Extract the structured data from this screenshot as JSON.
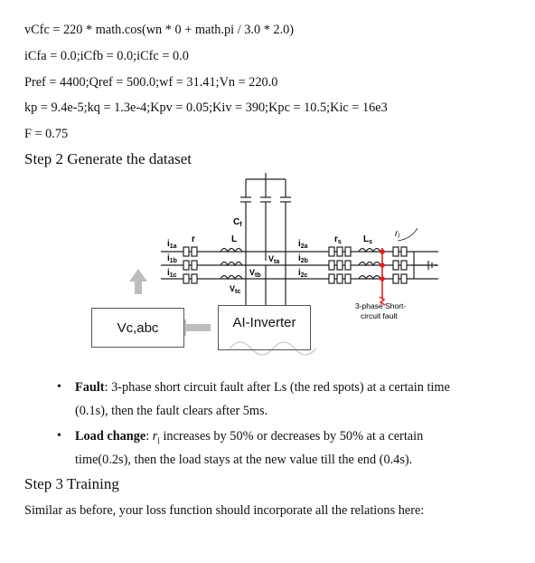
{
  "code_lines": [
    "vCfc = 220 * math.cos(wn * 0 + math.pi / 3.0 * 2.0)",
    "iCfa = 0.0;iCfb = 0.0;iCfc = 0.0",
    "Pref = 4400;Qref = 500.0;wf = 31.41;Vn = 220.0",
    "kp = 9.4e-5;kq = 1.3e-4;Kpv = 0.05;Kiv = 390;Kpc = 10.5;Kic = 16e3",
    "F = 0.75"
  ],
  "step2_heading": "Step 2 Generate the dataset",
  "diagram": {
    "cf_label": "C",
    "cf_sub": "f",
    "r_label": "r",
    "l_label": "L",
    "i1a": "i",
    "i1a_sub": "1a",
    "i1b": "i",
    "i1b_sub": "1b",
    "i1c": "i",
    "i1c_sub": "1c",
    "vta": "V",
    "vta_sub": "ta",
    "vtb": "V",
    "vtb_sub": "tb",
    "vtc": "V",
    "vtc_sub": "tc",
    "i2a": "i",
    "i2a_sub": "2a",
    "i2b": "i",
    "i2b_sub": "2b",
    "i2c": "i",
    "i2c_sub": "2c",
    "rs_label": "r",
    "rs_sub": "s",
    "ls_label": "L",
    "ls_sub": "s",
    "rl_label": "r",
    "rl_sub": "l",
    "fault_line1": "3-phase Short-",
    "fault_line2": "circuit fault",
    "vc_box": "Vc,abc",
    "ai_box": "AI-Inverter",
    "fault_color": "#e02020",
    "arrow_color": "#bdbdbd"
  },
  "bullets": [
    {
      "title": "Fault",
      "line1": ": 3-phase short circuit fault after Ls (the red spots) at a certain time",
      "line2": "(0.1s), then the fault clears after 5ms."
    },
    {
      "title": "Load change",
      "pre_r": ": ",
      "r": "r",
      "r_sub": "l",
      "line1_rest": " increases by 50% or decreases by 50% at a certain",
      "line2": "time(0.2s), then the load stays at the new value till the end (0.4s)."
    }
  ],
  "bullet_char": "•",
  "step3_heading": "Step 3 Training",
  "step3_text": "Similar as before, your loss function should incorporate all the relations here:"
}
